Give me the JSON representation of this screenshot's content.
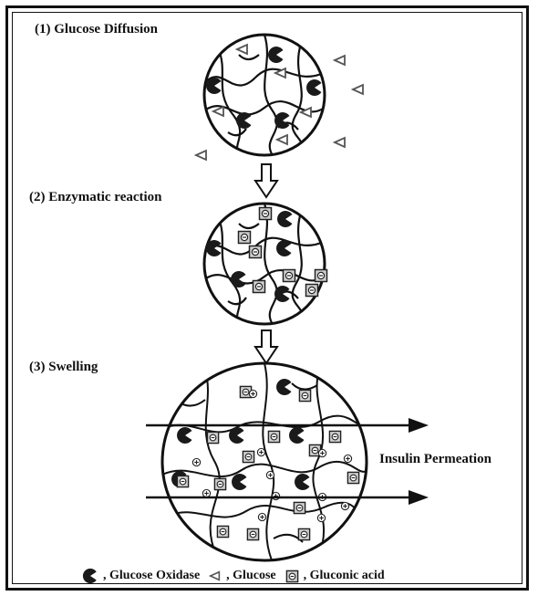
{
  "stages": [
    {
      "label": "(1) Glucose Diffusion"
    },
    {
      "label": "(2) Enzymatic reaction"
    },
    {
      "label": "(3) Swelling"
    }
  ],
  "annotation": "Insulin Permeation",
  "legend": [
    {
      "icon": "glucose-oxidase-icon",
      "text": ", Glucose Oxidase"
    },
    {
      "icon": "glucose-icon",
      "text": ", Glucose"
    },
    {
      "icon": "gluconic-acid-icon",
      "text": ", Gluconic acid"
    }
  ]
}
